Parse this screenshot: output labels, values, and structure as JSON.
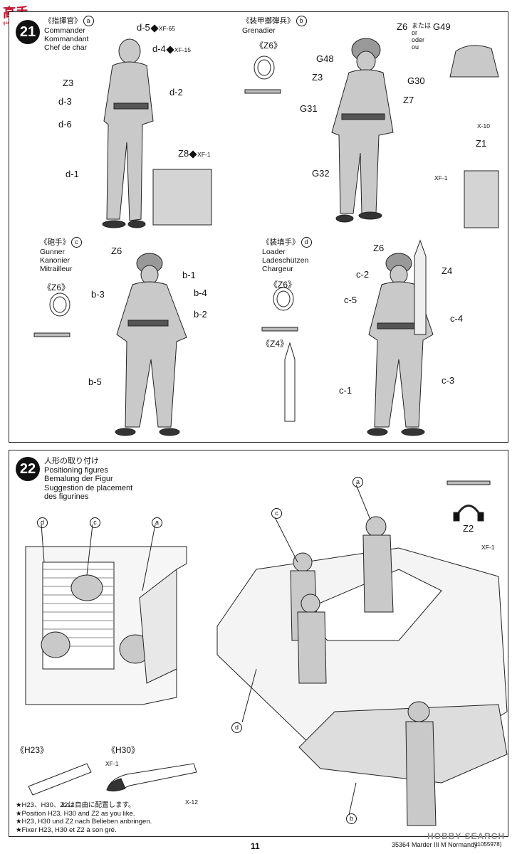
{
  "watermark_top": {
    "chars": "高手",
    "site": "gao-shou.com"
  },
  "step21": {
    "number": "21",
    "commander": {
      "jp": "《指揮官》",
      "id": "a",
      "en": "Commander",
      "de": "Kommandant",
      "fr": "Chef de char"
    },
    "grenadier": {
      "jp": "《装甲擲弾兵》",
      "id": "b",
      "en": "Grenadier"
    },
    "gunner": {
      "jp": "《砲手》",
      "id": "c",
      "en": "Gunner",
      "de": "Kanonier",
      "fr": "Mitrailleur"
    },
    "loader": {
      "jp": "《装填手》",
      "id": "d",
      "en": "Loader",
      "de": "Ladeschützen",
      "fr": "Chargeur"
    },
    "z6_label": "《Z6》",
    "z4_label": "《Z4》",
    "g49_opt": {
      "mataha": "または",
      "or": "or",
      "oder": "oder",
      "ou": "ou"
    }
  },
  "step22": {
    "number": "22",
    "title_jp": "人形の取り付け",
    "title_en": "Positioning figures",
    "title_de": "Bemalung der Figur",
    "title_fr1": "Suggestion de placement",
    "title_fr2": "des figurines",
    "h23": "《H23》",
    "h30": "《H30》",
    "notes": [
      "★H23、H30、Z2は自由に配置します。",
      "★Position H23, H30 and Z2 as you like.",
      "★H23, H30 und Z2 nach Belieben anbringen.",
      "★Fixer H23, H30 et Z2 à son gré."
    ]
  },
  "footer": {
    "page": "11",
    "code": "35364",
    "title": "Marder III M Normandy",
    "ref": "(11055978)",
    "watermark": "HOBBY SEARCH"
  }
}
